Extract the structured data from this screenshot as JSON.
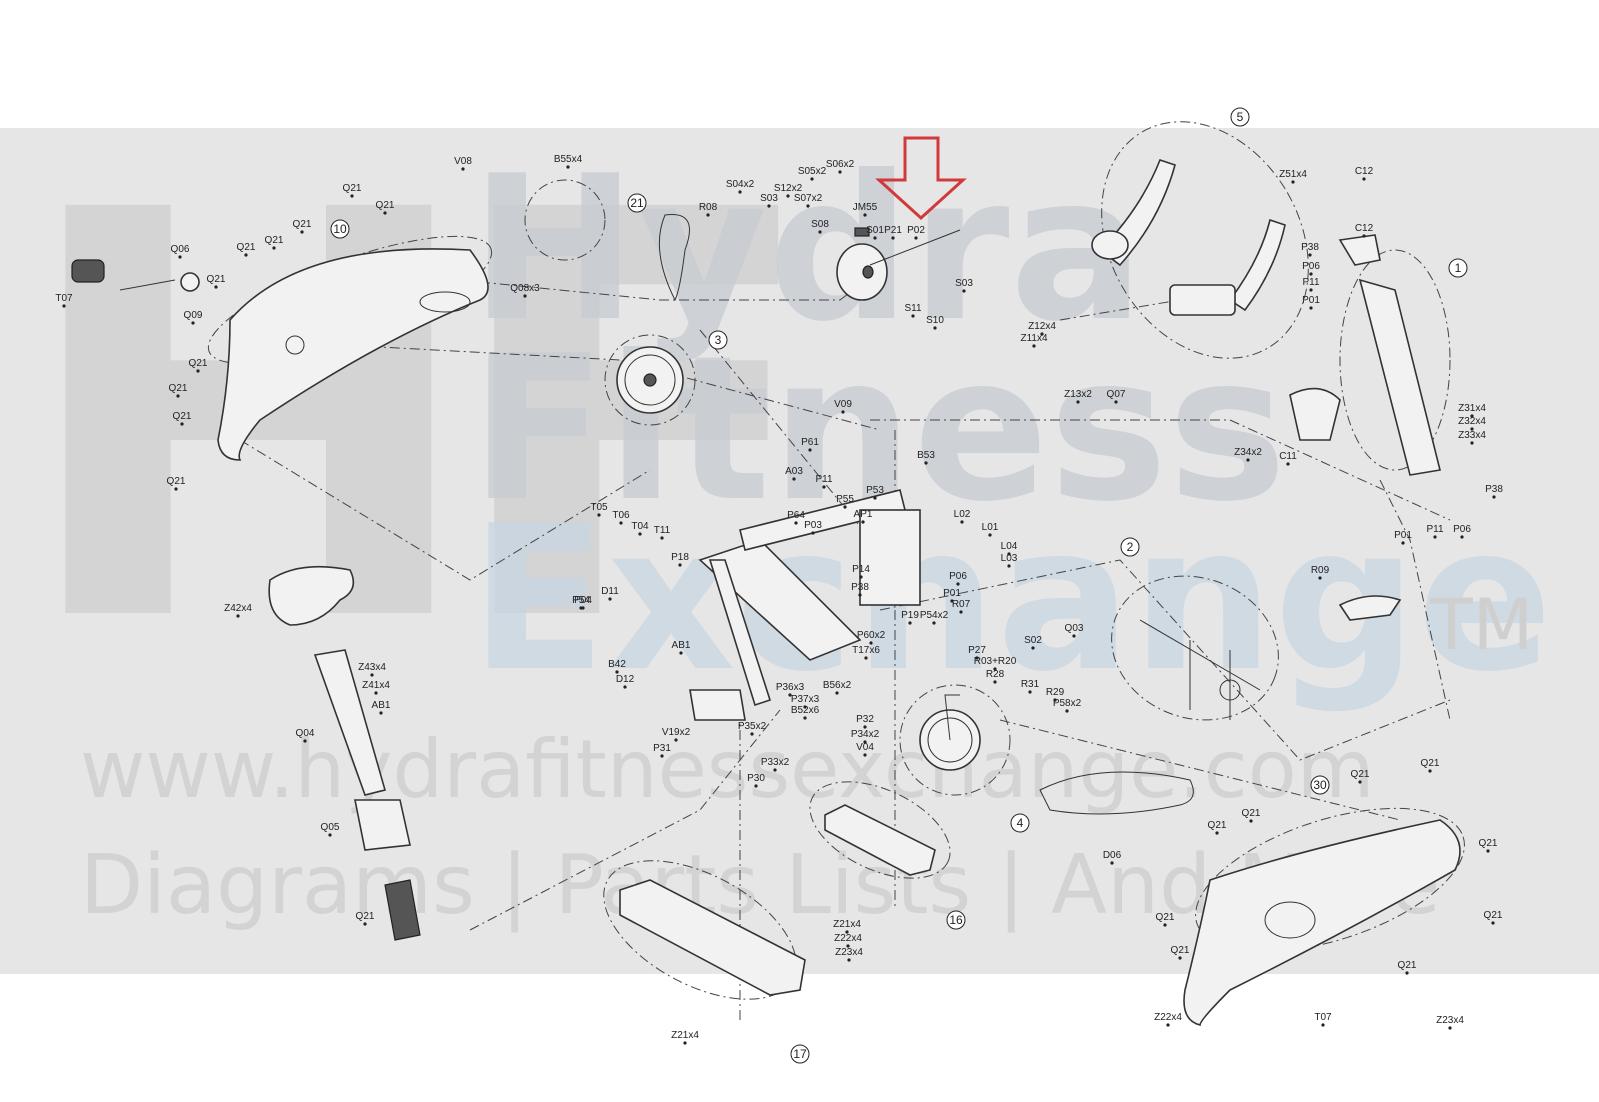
{
  "watermark": {
    "logo_mark": "HF",
    "line1": "Hydra",
    "line2": "Fitness",
    "line3": "Exchange",
    "trademark": "TM",
    "url": "www.hydrafitnessexchange.com",
    "tagline": "Diagrams | Parts Lists | And More"
  },
  "highlight": {
    "color": "#d13a3a",
    "target": "P02"
  },
  "colors": {
    "band": "#e6e6e6",
    "line": "#333333",
    "arrow": "#d13a3a"
  },
  "callouts": [
    "1",
    "2",
    "3",
    "4",
    "5",
    "10",
    "16",
    "17",
    "21",
    "30"
  ],
  "labels": [
    "T07",
    "Q06",
    "Q21",
    "Q21",
    "Q21",
    "Q21",
    "Q21",
    "Q21",
    "Q09",
    "Q21",
    "Q21",
    "Q21",
    "Q21",
    "V08",
    "B55x4",
    "Q08x3",
    "R08",
    "S04x2",
    "S03",
    "S12x2",
    "S05x2",
    "S06x2",
    "S07x2",
    "S08",
    "JM55",
    "S01",
    "P21",
    "P02",
    "S11",
    "S10",
    "S03",
    "Z51x4",
    "C12",
    "C12",
    "P38",
    "P06",
    "P11",
    "P01",
    "Z12x4",
    "Z11x4",
    "Z13x2",
    "Q07",
    "Z31x4",
    "Z32x4",
    "Z33x4",
    "Z34x2",
    "C11",
    "P38",
    "P11",
    "P06",
    "P01",
    "V09",
    "P61",
    "B53",
    "A03",
    "P11",
    "P64",
    "P55",
    "P53",
    "P03",
    "AP1",
    "L02",
    "L01",
    "L04",
    "L03",
    "T05",
    "T06",
    "T04",
    "T11",
    "P18",
    "P54",
    "P14",
    "P38",
    "P06",
    "P01",
    "P19",
    "P54x2",
    "P04",
    "D11",
    "AB1",
    "P60x2",
    "T17x6",
    "B56x2",
    "B42",
    "D12",
    "P36x3",
    "P37x3",
    "B52x6",
    "P35x2",
    "P32",
    "P34x2",
    "V04",
    "V19x2",
    "P31",
    "P33x2",
    "P30",
    "R07",
    "P27",
    "R03+R20",
    "R28",
    "R31",
    "R29",
    "P58x2",
    "S02",
    "Q03",
    "R09",
    "D06",
    "Z42x4",
    "Z43x4",
    "Z41x4",
    "AB1",
    "Q04",
    "Q05",
    "Q21",
    "Q21",
    "Q21",
    "Q21",
    "Q21",
    "Q21",
    "Q21",
    "Q21",
    "Q21",
    "Q21",
    "T07",
    "Z22x4",
    "Z23x4",
    "Z21x4",
    "Z22x4",
    "Z23x4",
    "Z21x4"
  ]
}
